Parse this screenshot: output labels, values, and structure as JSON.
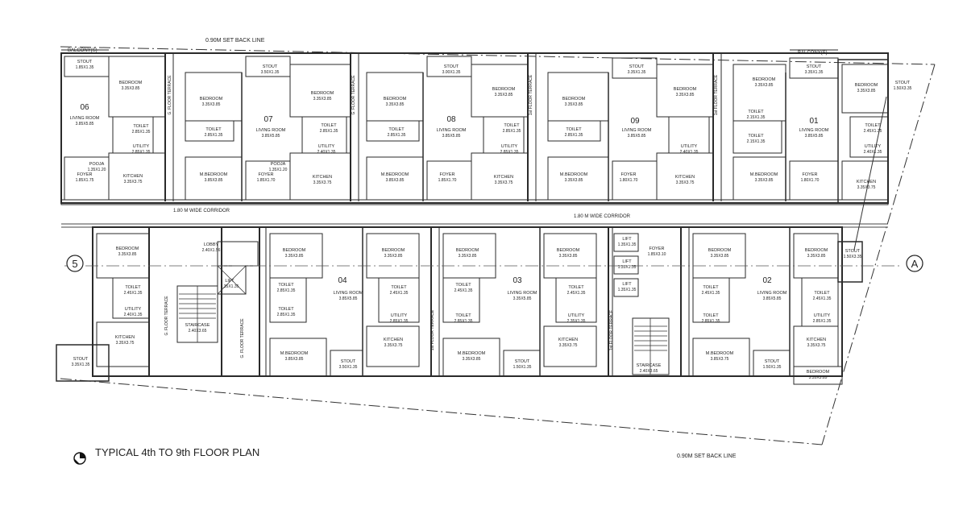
{
  "title": "TYPICAL  4th TO 9th FLOOR PLAN",
  "setback_labels": [
    "0.90M SET BACK LINE",
    "0.90M SET BACK LINE"
  ],
  "corridor_labels": [
    "1.80 M WIDE CORRIDOR",
    "1.80 M WIDE CORRIDOR"
  ],
  "grid_markers": [
    "5",
    "A"
  ],
  "balcony_labels": [
    "BALCONY(S)",
    "BALCONY(S)"
  ],
  "unit_numbers": [
    "06",
    "07",
    "08",
    "09",
    "01",
    "04",
    "03",
    "02"
  ],
  "shaft_labels": [
    "G. FLOOR TERRACE",
    "G. FLOOR TERRACE",
    "1st FLOOR TERRACE",
    "1st FLOOR TERRACE",
    "G. FLOOR TERRACE",
    "G. FLOOR TERRACE",
    "1st FLOOR TERRACE",
    "1st FLOOR TERRACE"
  ],
  "rooms_top": [
    {
      "name": "STOUT",
      "dim": "1.85X1.35"
    },
    {
      "name": "BEDROOM",
      "dim": "3.35X3.85"
    },
    {
      "name": "LIVING ROOM",
      "dim": "3.85X5.85"
    },
    {
      "name": "TOILET",
      "dim": "2.85X1.35"
    },
    {
      "name": "UTILITY",
      "dim": "2.85X1.35"
    },
    {
      "name": "KITCHEN",
      "dim": "3.35X3.75"
    },
    {
      "name": "FOYER",
      "dim": "1.85X1.75"
    },
    {
      "name": "POOJA",
      "dim": "1.35X1.20"
    },
    {
      "name": "BEDROOM",
      "dim": "3.35X3.85"
    },
    {
      "name": "STOUT",
      "dim": "3.50X1.35"
    },
    {
      "name": "TOILET",
      "dim": "2.85X1.35"
    },
    {
      "name": "LIVING ROOM",
      "dim": "3.85X5.85"
    },
    {
      "name": "BEDROOM",
      "dim": "3.35X3.85"
    },
    {
      "name": "TOILET",
      "dim": "2.85X1.35"
    },
    {
      "name": "UTILITY",
      "dim": "2.40X1.35"
    },
    {
      "name": "M.BEDROOM",
      "dim": "3.85X3.85"
    },
    {
      "name": "KITCHEN",
      "dim": "3.35X3.75"
    },
    {
      "name": "FOYER",
      "dim": "1.85X1.70"
    },
    {
      "name": "POOJA",
      "dim": "1.35X1.20"
    },
    {
      "name": "BEDROOM",
      "dim": "3.35X3.85"
    },
    {
      "name": "TOILET",
      "dim": "2.85X1.35"
    },
    {
      "name": "M.BEDROOM",
      "dim": "3.85X3.85"
    },
    {
      "name": "STOUT",
      "dim": "3.00X1.35"
    },
    {
      "name": "BEDROOM",
      "dim": "3.35X3.85"
    },
    {
      "name": "LIVING ROOM",
      "dim": "3.85X5.85"
    },
    {
      "name": "TOILET",
      "dim": "2.85X1.35"
    },
    {
      "name": "UTILITY",
      "dim": "2.85X1.35"
    },
    {
      "name": "KITCHEN",
      "dim": "3.35X3.75"
    },
    {
      "name": "FOYER",
      "dim": "1.85X1.70"
    },
    {
      "name": "BEDROOM",
      "dim": "3.35X3.85"
    },
    {
      "name": "TOILET",
      "dim": "2.85X1.35"
    },
    {
      "name": "M.BEDROOM",
      "dim": "3.35X3.85"
    },
    {
      "name": "STOUT",
      "dim": "3.35X1.35"
    },
    {
      "name": "BEDROOM",
      "dim": "3.35X3.85"
    },
    {
      "name": "LIVING ROOM",
      "dim": "3.85X5.85"
    },
    {
      "name": "UTILITY",
      "dim": "2.40X1.35"
    },
    {
      "name": "KITCHEN",
      "dim": "3.35X3.75"
    },
    {
      "name": "FOYER",
      "dim": "1.80X1.70"
    },
    {
      "name": "BEDROOM",
      "dim": "3.35X3.85"
    },
    {
      "name": "TOILET",
      "dim": "2.15X1.35"
    },
    {
      "name": "TOILET",
      "dim": "2.15X1.35"
    },
    {
      "name": "M.BEDROOM",
      "dim": "3.35X3.85"
    },
    {
      "name": "STOUT",
      "dim": "3.35X1.35"
    },
    {
      "name": "LIVING ROOM",
      "dim": "3.85X5.85"
    },
    {
      "name": "FOYER",
      "dim": "1.80X1.70"
    },
    {
      "name": "BEDROOM",
      "dim": "3.35X3.85"
    },
    {
      "name": "TOILET",
      "dim": "2.45X1.35"
    },
    {
      "name": "UTILITY",
      "dim": "2.40X1.35"
    },
    {
      "name": "KITCHEN",
      "dim": "3.35X3.75"
    },
    {
      "name": "STOUT",
      "dim": "1.50X3.35"
    }
  ],
  "rooms_bottom": [
    {
      "name": "BEDROOM",
      "dim": "3.35X3.85"
    },
    {
      "name": "TOILET",
      "dim": "2.45X1.35"
    },
    {
      "name": "UTILITY",
      "dim": "2.40X1.35"
    },
    {
      "name": "KITCHEN",
      "dim": "3.35X3.75"
    },
    {
      "name": "STOUT",
      "dim": "3.35X1.35"
    },
    {
      "name": "LOBBY",
      "dim": "2.40X1.56"
    },
    {
      "name": "LIFT",
      "dim": "1.35X1.35"
    },
    {
      "name": "STAIRCASE",
      "dim": "2.40X3.65"
    },
    {
      "name": "BEDROOM",
      "dim": "3.35X3.85"
    },
    {
      "name": "TOILET",
      "dim": "2.85X1.35"
    },
    {
      "name": "TOILET",
      "dim": "2.85X1.35"
    },
    {
      "name": "LIVING ROOM",
      "dim": "3.85X5.85"
    },
    {
      "name": "M.BEDROOM",
      "dim": "3.85X3.85"
    },
    {
      "name": "STOUT",
      "dim": "3.50X1.35"
    },
    {
      "name": "BEDROOM",
      "dim": "3.35X3.85"
    },
    {
      "name": "TOILET",
      "dim": "2.45X1.35"
    },
    {
      "name": "UTILITY",
      "dim": "2.85X1.35"
    },
    {
      "name": "KITCHEN",
      "dim": "3.35X3.75"
    },
    {
      "name": "BEDROOM",
      "dim": "3.35X3.85"
    },
    {
      "name": "TOILET",
      "dim": "2.45X1.35"
    },
    {
      "name": "TOILET",
      "dim": "2.85X1.35"
    },
    {
      "name": "LIVING ROOM",
      "dim": "3.35X5.85"
    },
    {
      "name": "M.BEDROOM",
      "dim": "3.35X3.85"
    },
    {
      "name": "STOUT",
      "dim": "1.50X1.35"
    },
    {
      "name": "BEDROOM",
      "dim": "3.35X3.85"
    },
    {
      "name": "TOILET",
      "dim": "2.45X1.35"
    },
    {
      "name": "UTILITY",
      "dim": "2.35X1.35"
    },
    {
      "name": "KITCHEN",
      "dim": "3.35X3.75"
    },
    {
      "name": "LIFT",
      "dim": "1.35X1.35"
    },
    {
      "name": "LIFT",
      "dim": "1.35X1.35"
    },
    {
      "name": "LIFT",
      "dim": "1.35X1.35"
    },
    {
      "name": "FOYER",
      "dim": "1.85X3.10"
    },
    {
      "name": "STAIRCASE",
      "dim": "2.40X3.65"
    },
    {
      "name": "BEDROOM",
      "dim": "3.35X3.85"
    },
    {
      "name": "TOILET",
      "dim": "2.45X1.35"
    },
    {
      "name": "TOILET",
      "dim": "2.85X1.35"
    },
    {
      "name": "LIVING ROOM",
      "dim": "3.85X5.85"
    },
    {
      "name": "M.BEDROOM",
      "dim": "3.85X3.75"
    },
    {
      "name": "STOUT",
      "dim": "1.50X1.35"
    },
    {
      "name": "BEDROOM",
      "dim": "3.35X3.85"
    },
    {
      "name": "TOILET",
      "dim": "2.45X1.35"
    },
    {
      "name": "UTILITY",
      "dim": "2.85X1.35"
    },
    {
      "name": "KITCHEN",
      "dim": "3.35X3.75"
    },
    {
      "name": "BEDROOM",
      "dim": "3.35X3.85"
    },
    {
      "name": "STOUT",
      "dim": "1.50X3.35"
    }
  ]
}
